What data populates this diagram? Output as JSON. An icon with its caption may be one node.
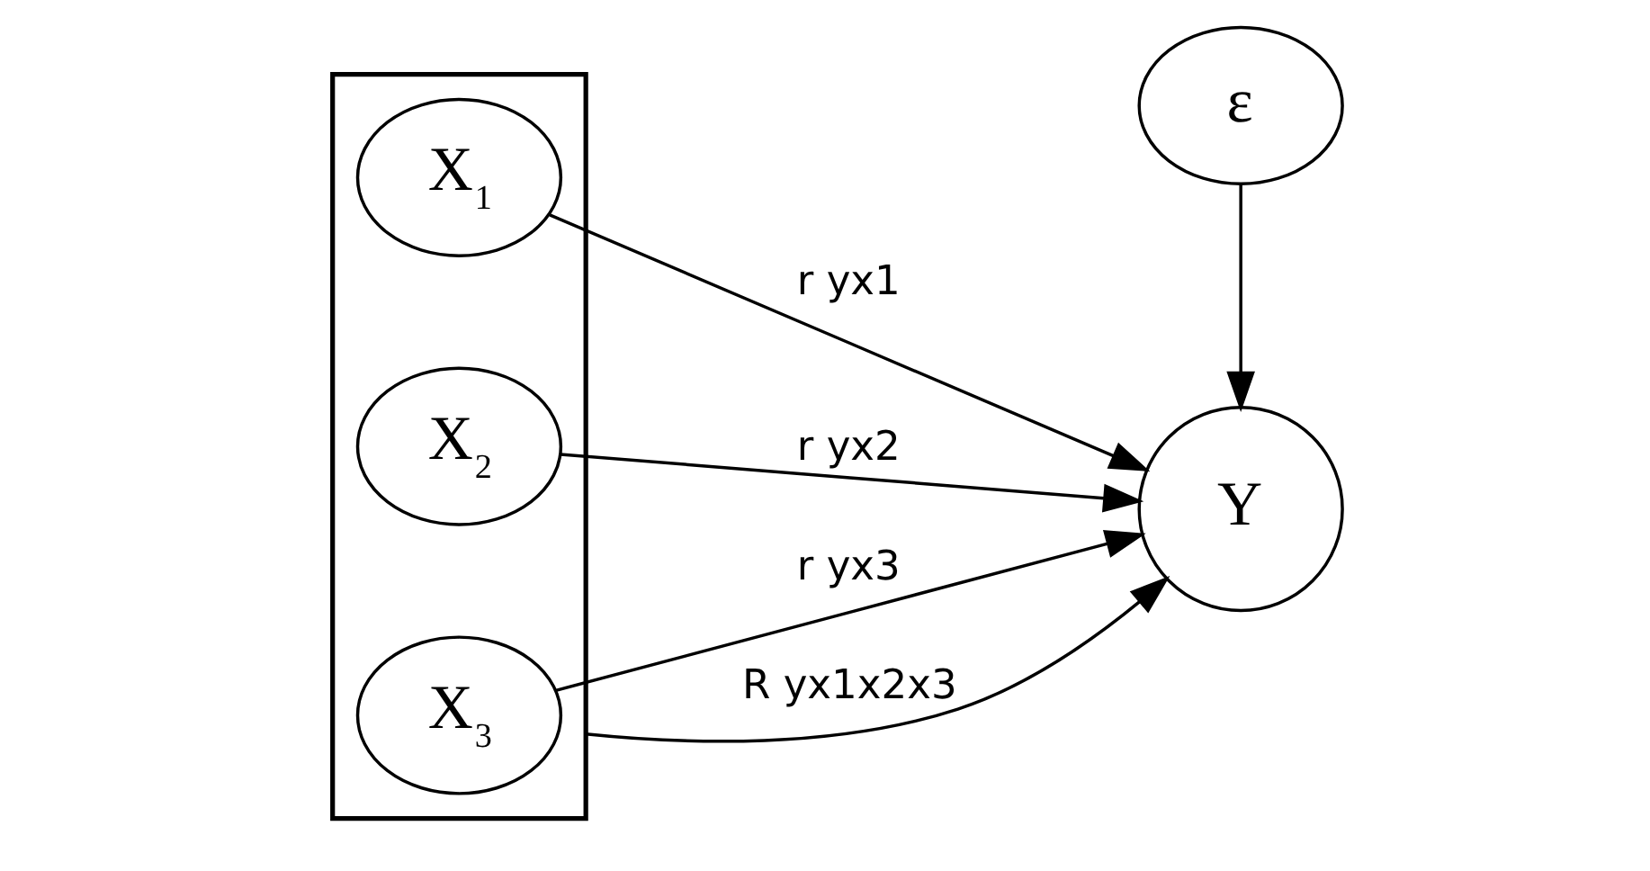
{
  "diagram": {
    "nodes": [
      {
        "text": [],
        "shape": "box"
      },
      {
        "text": [
          "X$_{1}$"
        ],
        "in": 0
      },
      {
        "text": [
          "X$_{2}$"
        ],
        "in": 0
      },
      {
        "text": [
          "X$_{3}$"
        ],
        "in": 0
      },
      {
        "text": [
          "ε"
        ]
      },
      {
        "text": [
          "Y"
        ]
      }
    ],
    "edges": [
      {
        "from": 1,
        "to": 5,
        "arrow": "to",
        "label": "r yx1"
      },
      {
        "from": 2,
        "to": 5,
        "arrow": "to",
        "label": "r yx2"
      },
      {
        "from": 3,
        "to": 5,
        "arrow": "to",
        "label": "r yx3"
      },
      {
        "from": 4,
        "to": 5,
        "arrow": "to"
      },
      {
        "from": 0,
        "to": 5,
        "arrow": "to",
        "label": "R yx1x2x3"
      }
    ]
  }
}
